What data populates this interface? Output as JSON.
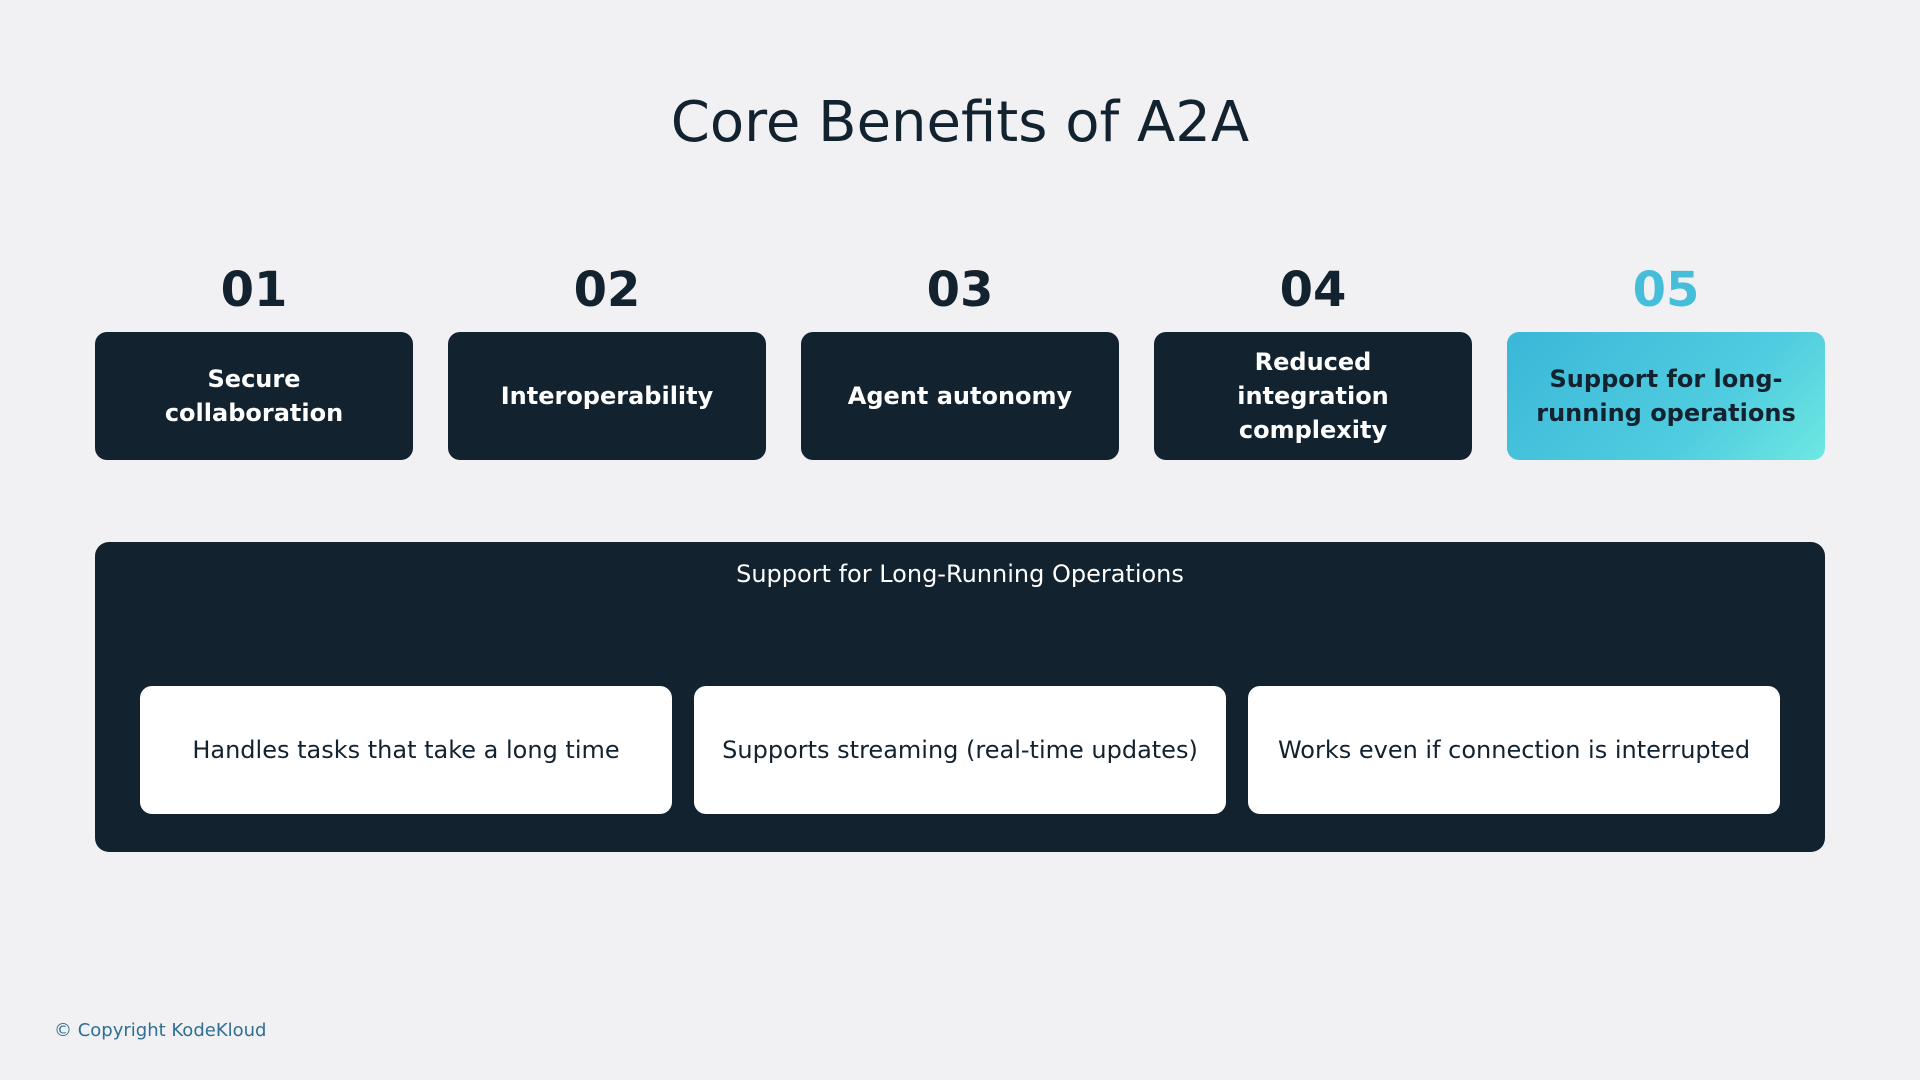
{
  "slide": {
    "title": "Core Benefits of A2A",
    "benefits": [
      {
        "number": "01",
        "label": "Secure collaboration"
      },
      {
        "number": "02",
        "label": "Interoperability"
      },
      {
        "number": "03",
        "label": "Agent autonomy"
      },
      {
        "number": "04",
        "label": "Reduced integration complexity"
      },
      {
        "number": "05",
        "label": "Support for long-running operations"
      }
    ],
    "detail": {
      "title": "Support for Long-Running Operations",
      "items": [
        "Handles tasks that take a long time",
        "Supports streaming (real-time updates)",
        "Works even if connection is interrupted"
      ]
    },
    "copyright": "© Copyright KodeKloud"
  },
  "colors": {
    "background": "#f1f0f3",
    "dark": "#12222f",
    "active_number": "#45bfd9",
    "active_gradient_start": "#3ab7d8",
    "active_gradient_end": "#6ee8e1",
    "copyright": "#2e6f92"
  }
}
